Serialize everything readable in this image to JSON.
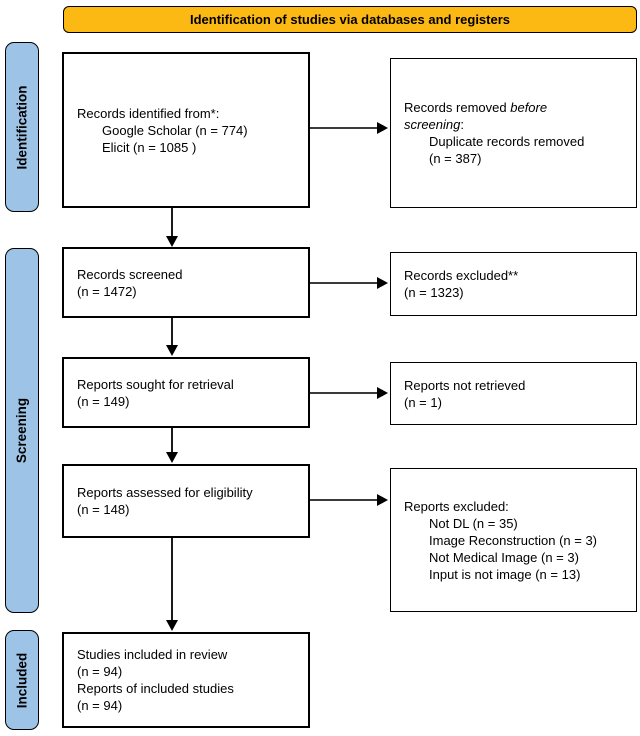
{
  "colors": {
    "banner_fill": "#FDB913",
    "stage_fill": "#9DC3E6",
    "box_fill": "#FFFFFF",
    "border": "#000000"
  },
  "banner": {
    "title": "Identification of studies via databases and registers"
  },
  "stages": {
    "identification": "Identification",
    "screening": "Screening",
    "included": "Included"
  },
  "boxes": {
    "records_identified": {
      "line1": "Records identified from*:",
      "line2": "Google Scholar (n = 774)",
      "line3": "Elicit (n = 1085 )"
    },
    "records_removed": {
      "line1_prefix": "Records removed",
      "line1_italic": "before",
      "line2_italic": "screening",
      "line2_suffix": ":",
      "line3": "Duplicate records removed",
      "line4": "(n = 387)"
    },
    "records_screened": {
      "line1": "Records screened",
      "line2": "(n = 1472)"
    },
    "records_excluded": {
      "line1": "Records excluded**",
      "line2": "(n = 1323)"
    },
    "reports_sought": {
      "line1": "Reports sought for retrieval",
      "line2": "(n = 149)"
    },
    "reports_not_retrieved": {
      "line1": "Reports not retrieved",
      "line2": "(n = 1)"
    },
    "reports_assessed": {
      "line1": "Reports assessed for eligibility",
      "line2": "(n = 148)"
    },
    "reports_excluded": {
      "line1": "Reports excluded:",
      "line2": "Not DL (n = 35)",
      "line3": "Image Reconstruction (n = 3)",
      "line4": "Not Medical Image (n = 3)",
      "line5": "Input is not image (n = 13)"
    },
    "studies_included": {
      "line1": "Studies included in review",
      "line2": "(n = 94)",
      "line3": "Reports of included studies",
      "line4": "(n = 94)"
    }
  }
}
